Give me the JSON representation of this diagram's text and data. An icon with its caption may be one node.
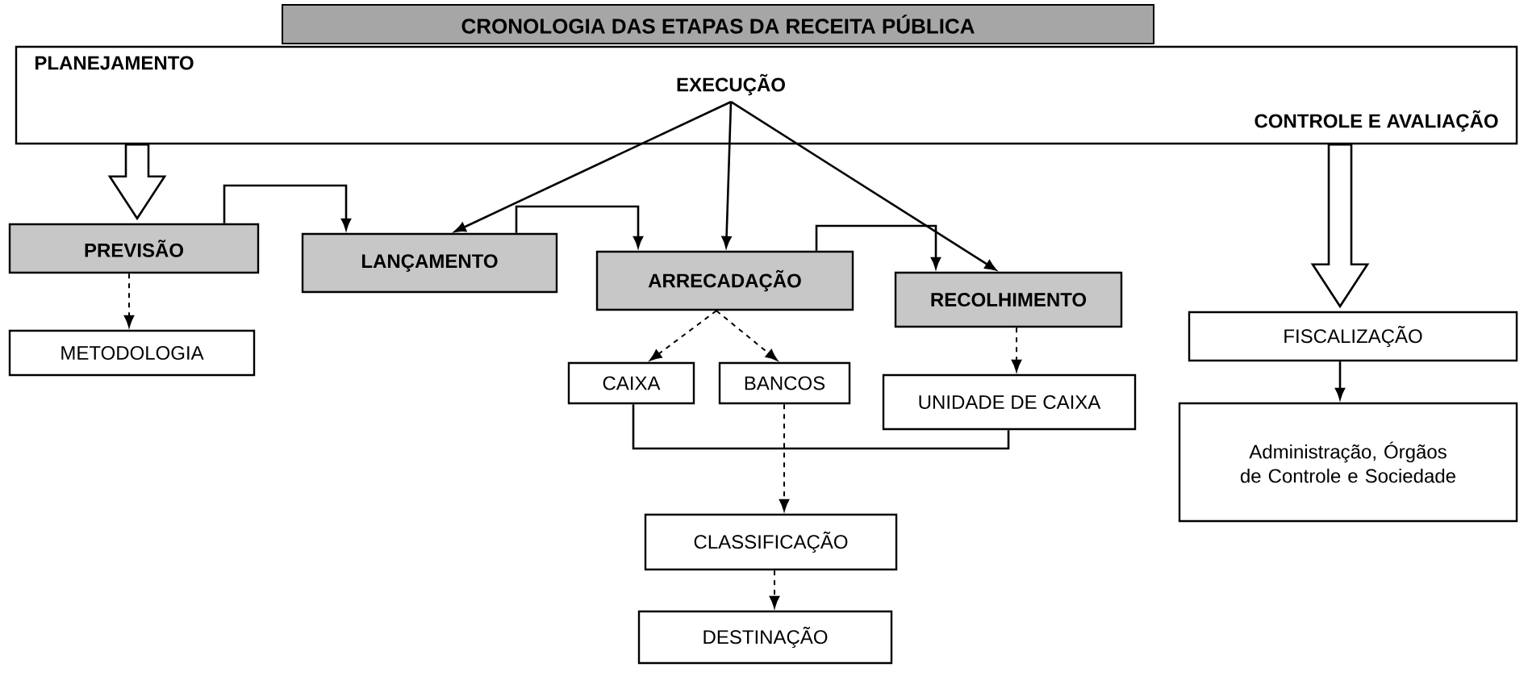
{
  "diagram": {
    "title": "CRONOLOGIA DAS ETAPAS DA RECEITA PÚBLICA",
    "nodes": [
      {
        "text": [
          "PLANEJAMENTO",
          "EXECUÇÃO",
          "CONTROLE E AVALIAÇÃO"
        ]
      },
      {
        "text": [
          "PREVISÃO"
        ]
      },
      {
        "text": [
          "LANÇAMENTO"
        ]
      },
      {
        "text": [
          "ARRECADAÇÃO"
        ]
      },
      {
        "text": [
          "RECOLHIMENTO"
        ]
      },
      {
        "text": [
          "FISCALIZAÇÃO"
        ]
      },
      {
        "text": [
          "METODOLOGIA"
        ]
      },
      {
        "text": [
          "CAIXA"
        ]
      },
      {
        "text": [
          "BANCOS"
        ]
      },
      {
        "text": [
          "UNIDADE DE CAIXA"
        ]
      },
      {
        "text": [
          "Administração, Órgãos de Controle e Sociedade"
        ]
      },
      {
        "text": [
          "CLASSIFICAÇÃO"
        ]
      },
      {
        "text": [
          "DESTINAÇÃO"
        ]
      }
    ],
    "edges": [
      {
        "from": 0,
        "to": 1,
        "arrow": "to",
        "style": "thick"
      },
      {
        "from": 0,
        "to": 2,
        "arrow": "to"
      },
      {
        "from": 0,
        "to": 3,
        "arrow": "to"
      },
      {
        "from": 0,
        "to": 4,
        "arrow": "to"
      },
      {
        "from": 0,
        "to": 5,
        "arrow": "to",
        "style": "thick"
      },
      {
        "from": 1,
        "to": 2,
        "arrow": "to"
      },
      {
        "from": 2,
        "to": 3,
        "arrow": "to"
      },
      {
        "from": 3,
        "to": 4,
        "arrow": "to"
      },
      {
        "from": 1,
        "to": 6,
        "arrow": "to",
        "style": "dashed"
      },
      {
        "from": 3,
        "to": 7,
        "arrow": "to",
        "style": "dashed"
      },
      {
        "from": 3,
        "to": 8,
        "arrow": "to",
        "style": "dashed"
      },
      {
        "from": 4,
        "to": 9,
        "arrow": "to",
        "style": "dashed"
      },
      {
        "from": 7,
        "to": 9,
        "arrow": "none"
      },
      {
        "from": 8,
        "to": 11,
        "arrow": "to",
        "style": "dashed"
      },
      {
        "from": 11,
        "to": 12,
        "arrow": "to",
        "style": "dashed"
      },
      {
        "from": 5,
        "to": 10,
        "arrow": "to"
      }
    ]
  }
}
